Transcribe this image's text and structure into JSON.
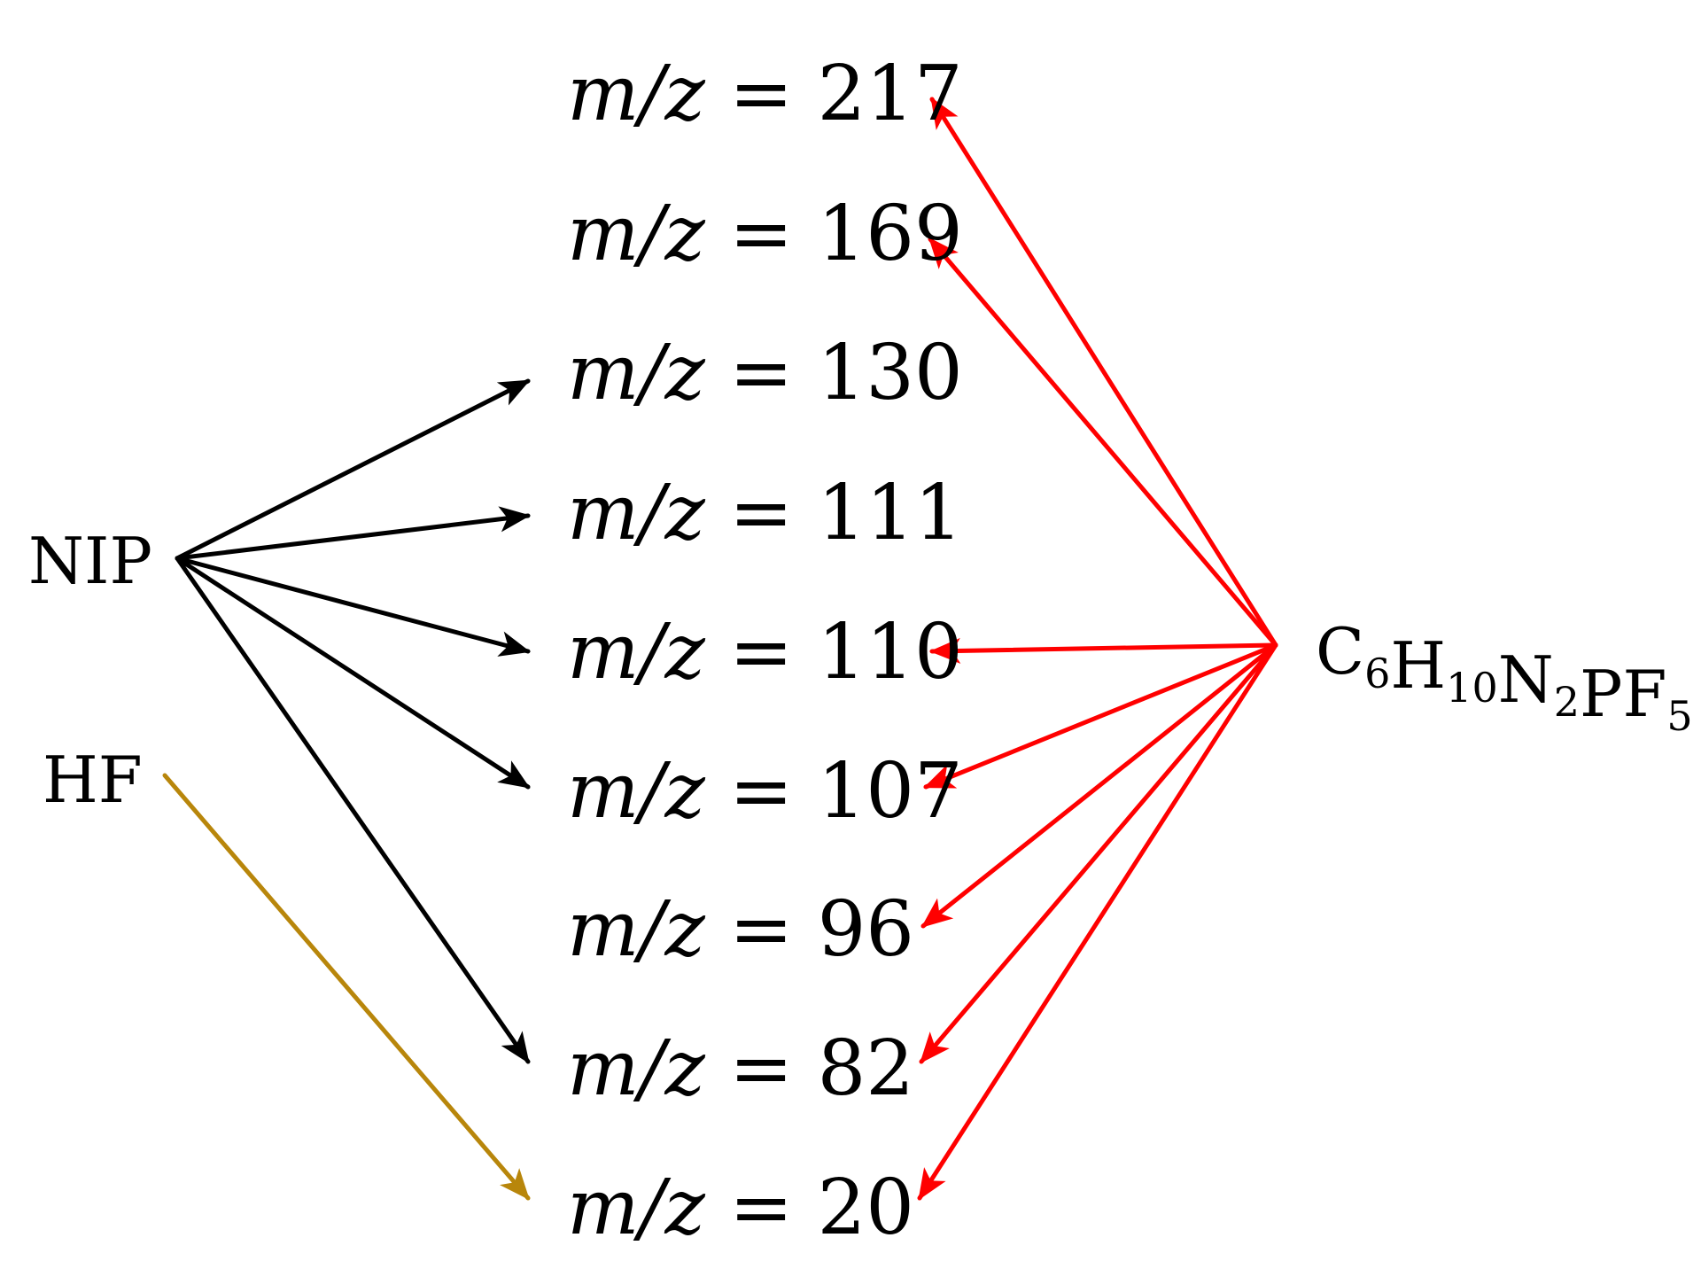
{
  "sources": {
    "nip": {
      "label": "NIP",
      "color": "#000000"
    },
    "hf": {
      "label": "HF",
      "color": "#B8860B"
    },
    "salt": {
      "formula": [
        {
          "el": "C",
          "sub": "6"
        },
        {
          "el": "H",
          "sub": "10"
        },
        {
          "el": "N",
          "sub": "2"
        },
        {
          "el": "P",
          "sub": ""
        },
        {
          "el": "F",
          "sub": "5"
        }
      ],
      "color": "#FF0000"
    }
  },
  "mz_prefix": "m/z",
  "mz_values": [
    "217",
    "169",
    "130",
    "111",
    "110",
    "107",
    "96",
    "82",
    "20"
  ],
  "edges": [
    {
      "from": "nip",
      "to": "130"
    },
    {
      "from": "nip",
      "to": "111"
    },
    {
      "from": "nip",
      "to": "110"
    },
    {
      "from": "nip",
      "to": "107"
    },
    {
      "from": "nip",
      "to": "82"
    },
    {
      "from": "hf",
      "to": "20"
    },
    {
      "from": "salt",
      "to": "217"
    },
    {
      "from": "salt",
      "to": "169"
    },
    {
      "from": "salt",
      "to": "110"
    },
    {
      "from": "salt",
      "to": "107"
    },
    {
      "from": "salt",
      "to": "96"
    },
    {
      "from": "salt",
      "to": "82"
    },
    {
      "from": "salt",
      "to": "20"
    }
  ]
}
